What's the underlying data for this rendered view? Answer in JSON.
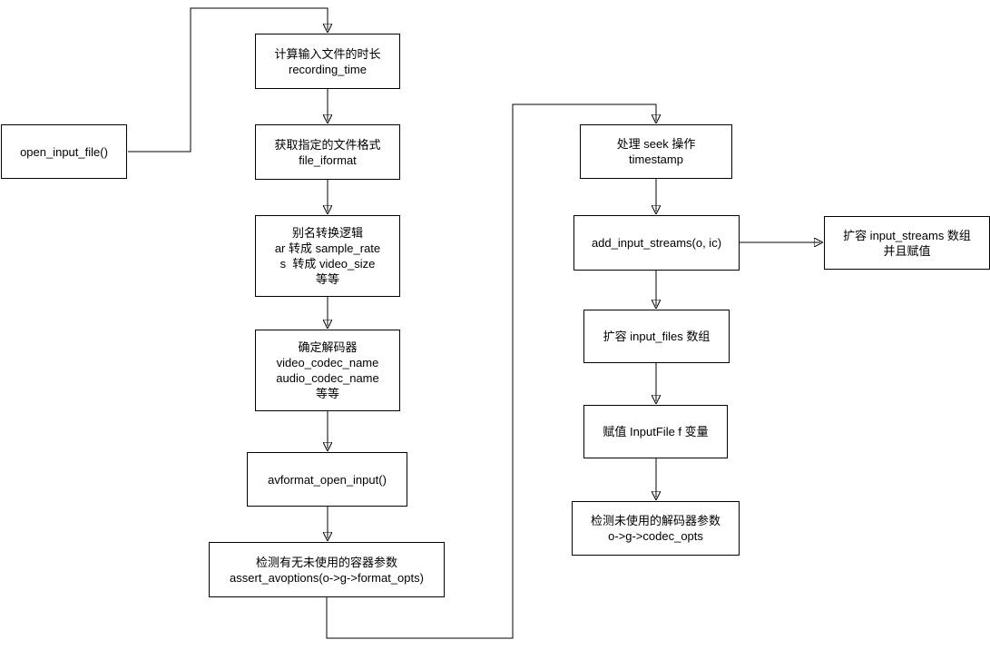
{
  "diagram": {
    "type": "flowchart",
    "colors": {
      "background": "#ffffff",
      "node_fill": "#ffffff",
      "node_border": "#000000",
      "edge": "#000000",
      "text": "#000000"
    },
    "nodes": {
      "open_input_file": "open_input_file()",
      "recording_time": "计算输入文件的时长\nrecording_time",
      "file_iformat": "获取指定的文件格式\nfile_iformat",
      "alias_convert": "别名转换逻辑\nar 转成 sample_rate\ns  转成 video_size\n等等",
      "decoder_select": "确定解码器\nvideo_codec_name\naudio_codec_name\n等等",
      "avformat_open_input": "avformat_open_input()",
      "assert_avoptions": "检测有无未使用的容器参数\nassert_avoptions(o->g->format_opts)",
      "seek_timestamp": "处理 seek 操作\ntimestamp",
      "add_input_streams": "add_input_streams(o, ic)",
      "expand_input_streams": "扩容 input_streams 数组\n并且赋值",
      "expand_input_files": "扩容 input_files 数组",
      "assign_inputfile": "赋值 InputFile f 变量",
      "check_codec_opts": "检测未使用的解码器参数\no->g->codec_opts"
    },
    "edges": [
      {
        "from": "open_input_file",
        "to": "recording_time"
      },
      {
        "from": "recording_time",
        "to": "file_iformat"
      },
      {
        "from": "file_iformat",
        "to": "alias_convert"
      },
      {
        "from": "alias_convert",
        "to": "decoder_select"
      },
      {
        "from": "decoder_select",
        "to": "avformat_open_input"
      },
      {
        "from": "avformat_open_input",
        "to": "assert_avoptions"
      },
      {
        "from": "assert_avoptions",
        "to": "seek_timestamp"
      },
      {
        "from": "seek_timestamp",
        "to": "add_input_streams"
      },
      {
        "from": "add_input_streams",
        "to": "expand_input_streams"
      },
      {
        "from": "add_input_streams",
        "to": "expand_input_files"
      },
      {
        "from": "expand_input_files",
        "to": "assign_inputfile"
      },
      {
        "from": "assign_inputfile",
        "to": "check_codec_opts"
      }
    ]
  }
}
